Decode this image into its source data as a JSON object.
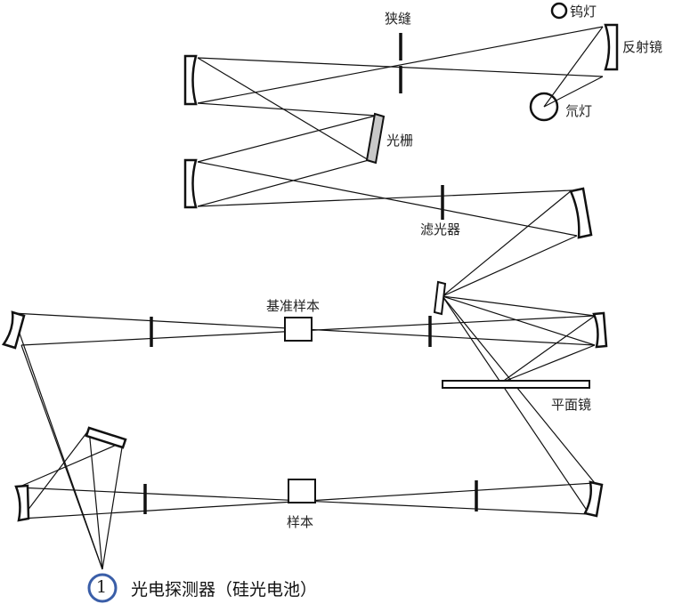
{
  "labels": {
    "slit": "狭缝",
    "tungsten_lamp": "钨灯",
    "reflector": "反射镜",
    "deuterium_lamp": "氘灯",
    "grating": "光栅",
    "filter": "滤光器",
    "reference_sample": "基准样本",
    "flat_mirror": "平面镜",
    "sample": "样本",
    "detector_number": "1",
    "detector": "光电探测器（硅光电池）"
  },
  "colors": {
    "detector_circle": "#3a5ea8",
    "grating_fill": "#c8c8c8"
  }
}
